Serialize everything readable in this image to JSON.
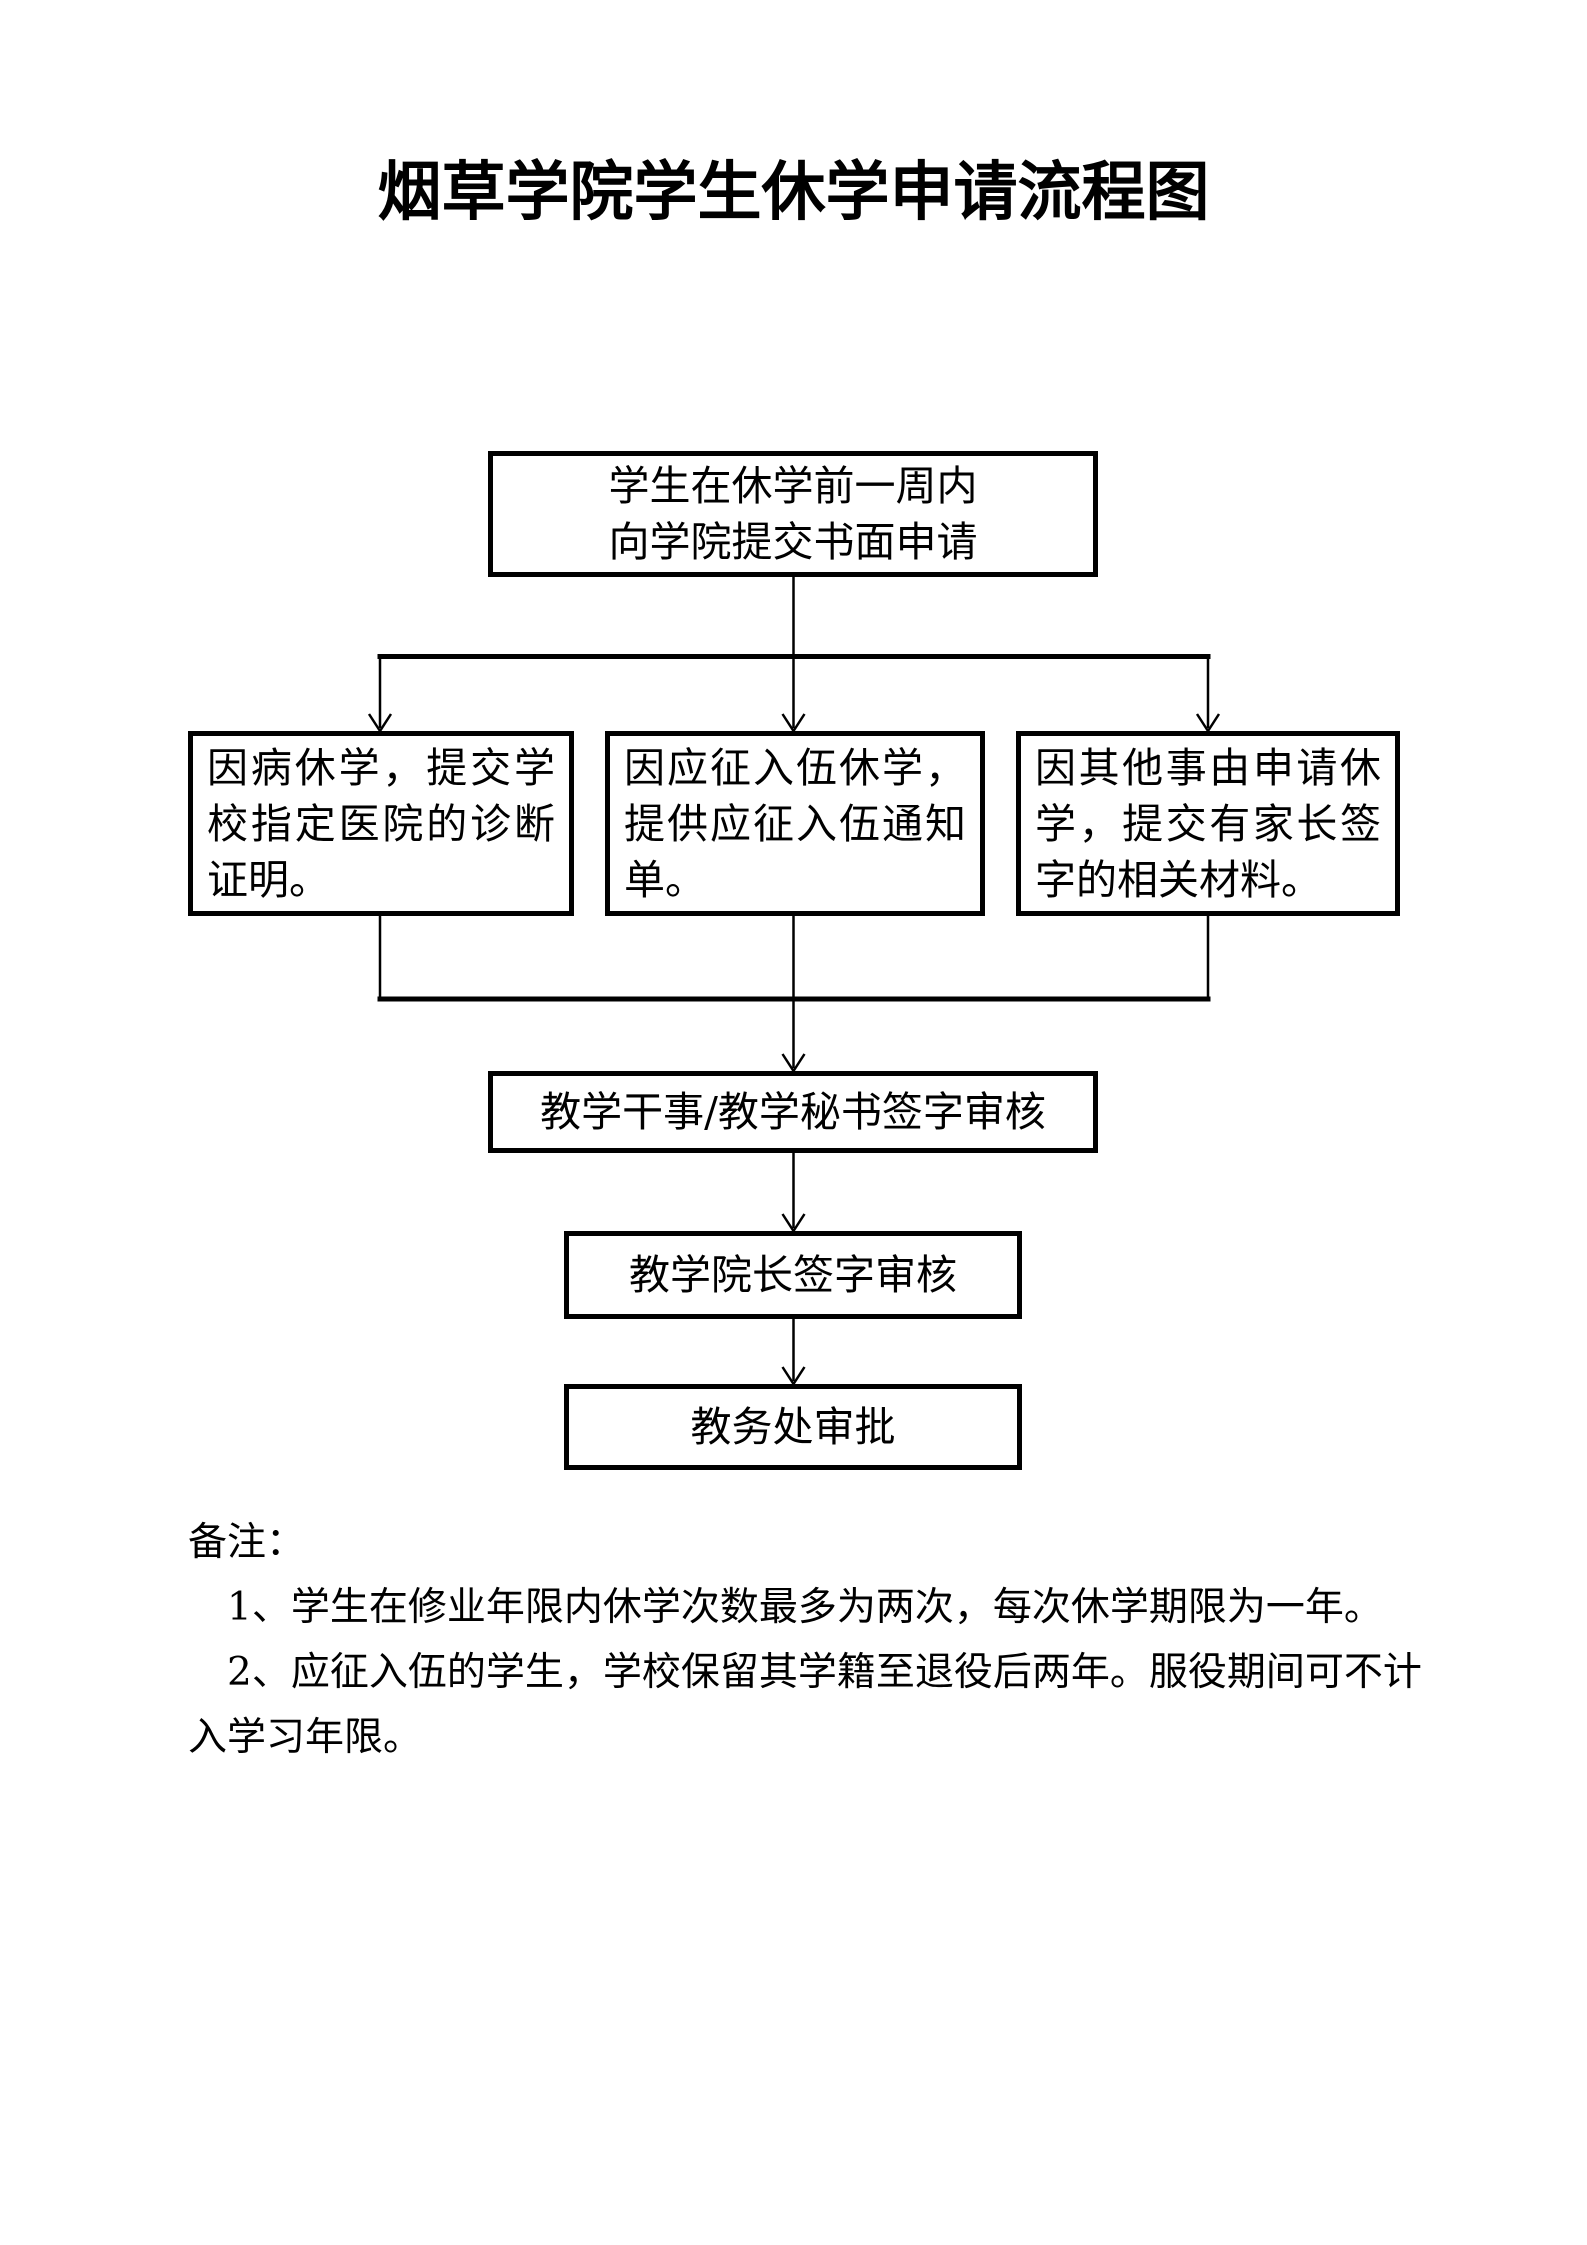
{
  "title": "烟草学院学生休学申请流程图",
  "flow": {
    "start": {
      "line1": "学生在休学前一周内",
      "line2": "向学院提交书面申请"
    },
    "branches": [
      {
        "text": "因病休学，提交学校指定医院的诊断证明。"
      },
      {
        "text": "因应征入伍休学，提供应征入伍通知单。"
      },
      {
        "text": "因其他事由申请休学，提交有家长签字的相关材料。"
      }
    ],
    "steps": [
      {
        "label": "教学干事/教学秘书签字审核"
      },
      {
        "label": "教学院长签字审核"
      },
      {
        "label": "教务处审批"
      }
    ]
  },
  "notes": {
    "heading": "备注：",
    "lines": [
      "1、学生在修业年限内休学次数最多为两次，每次休学期限为一年。",
      "2、应征入伍的学生，学校保留其学籍至退役后两年。服役期间可不计",
      "入学习年限。"
    ]
  },
  "colors": {
    "ink": "#000000",
    "background": "#ffffff"
  }
}
